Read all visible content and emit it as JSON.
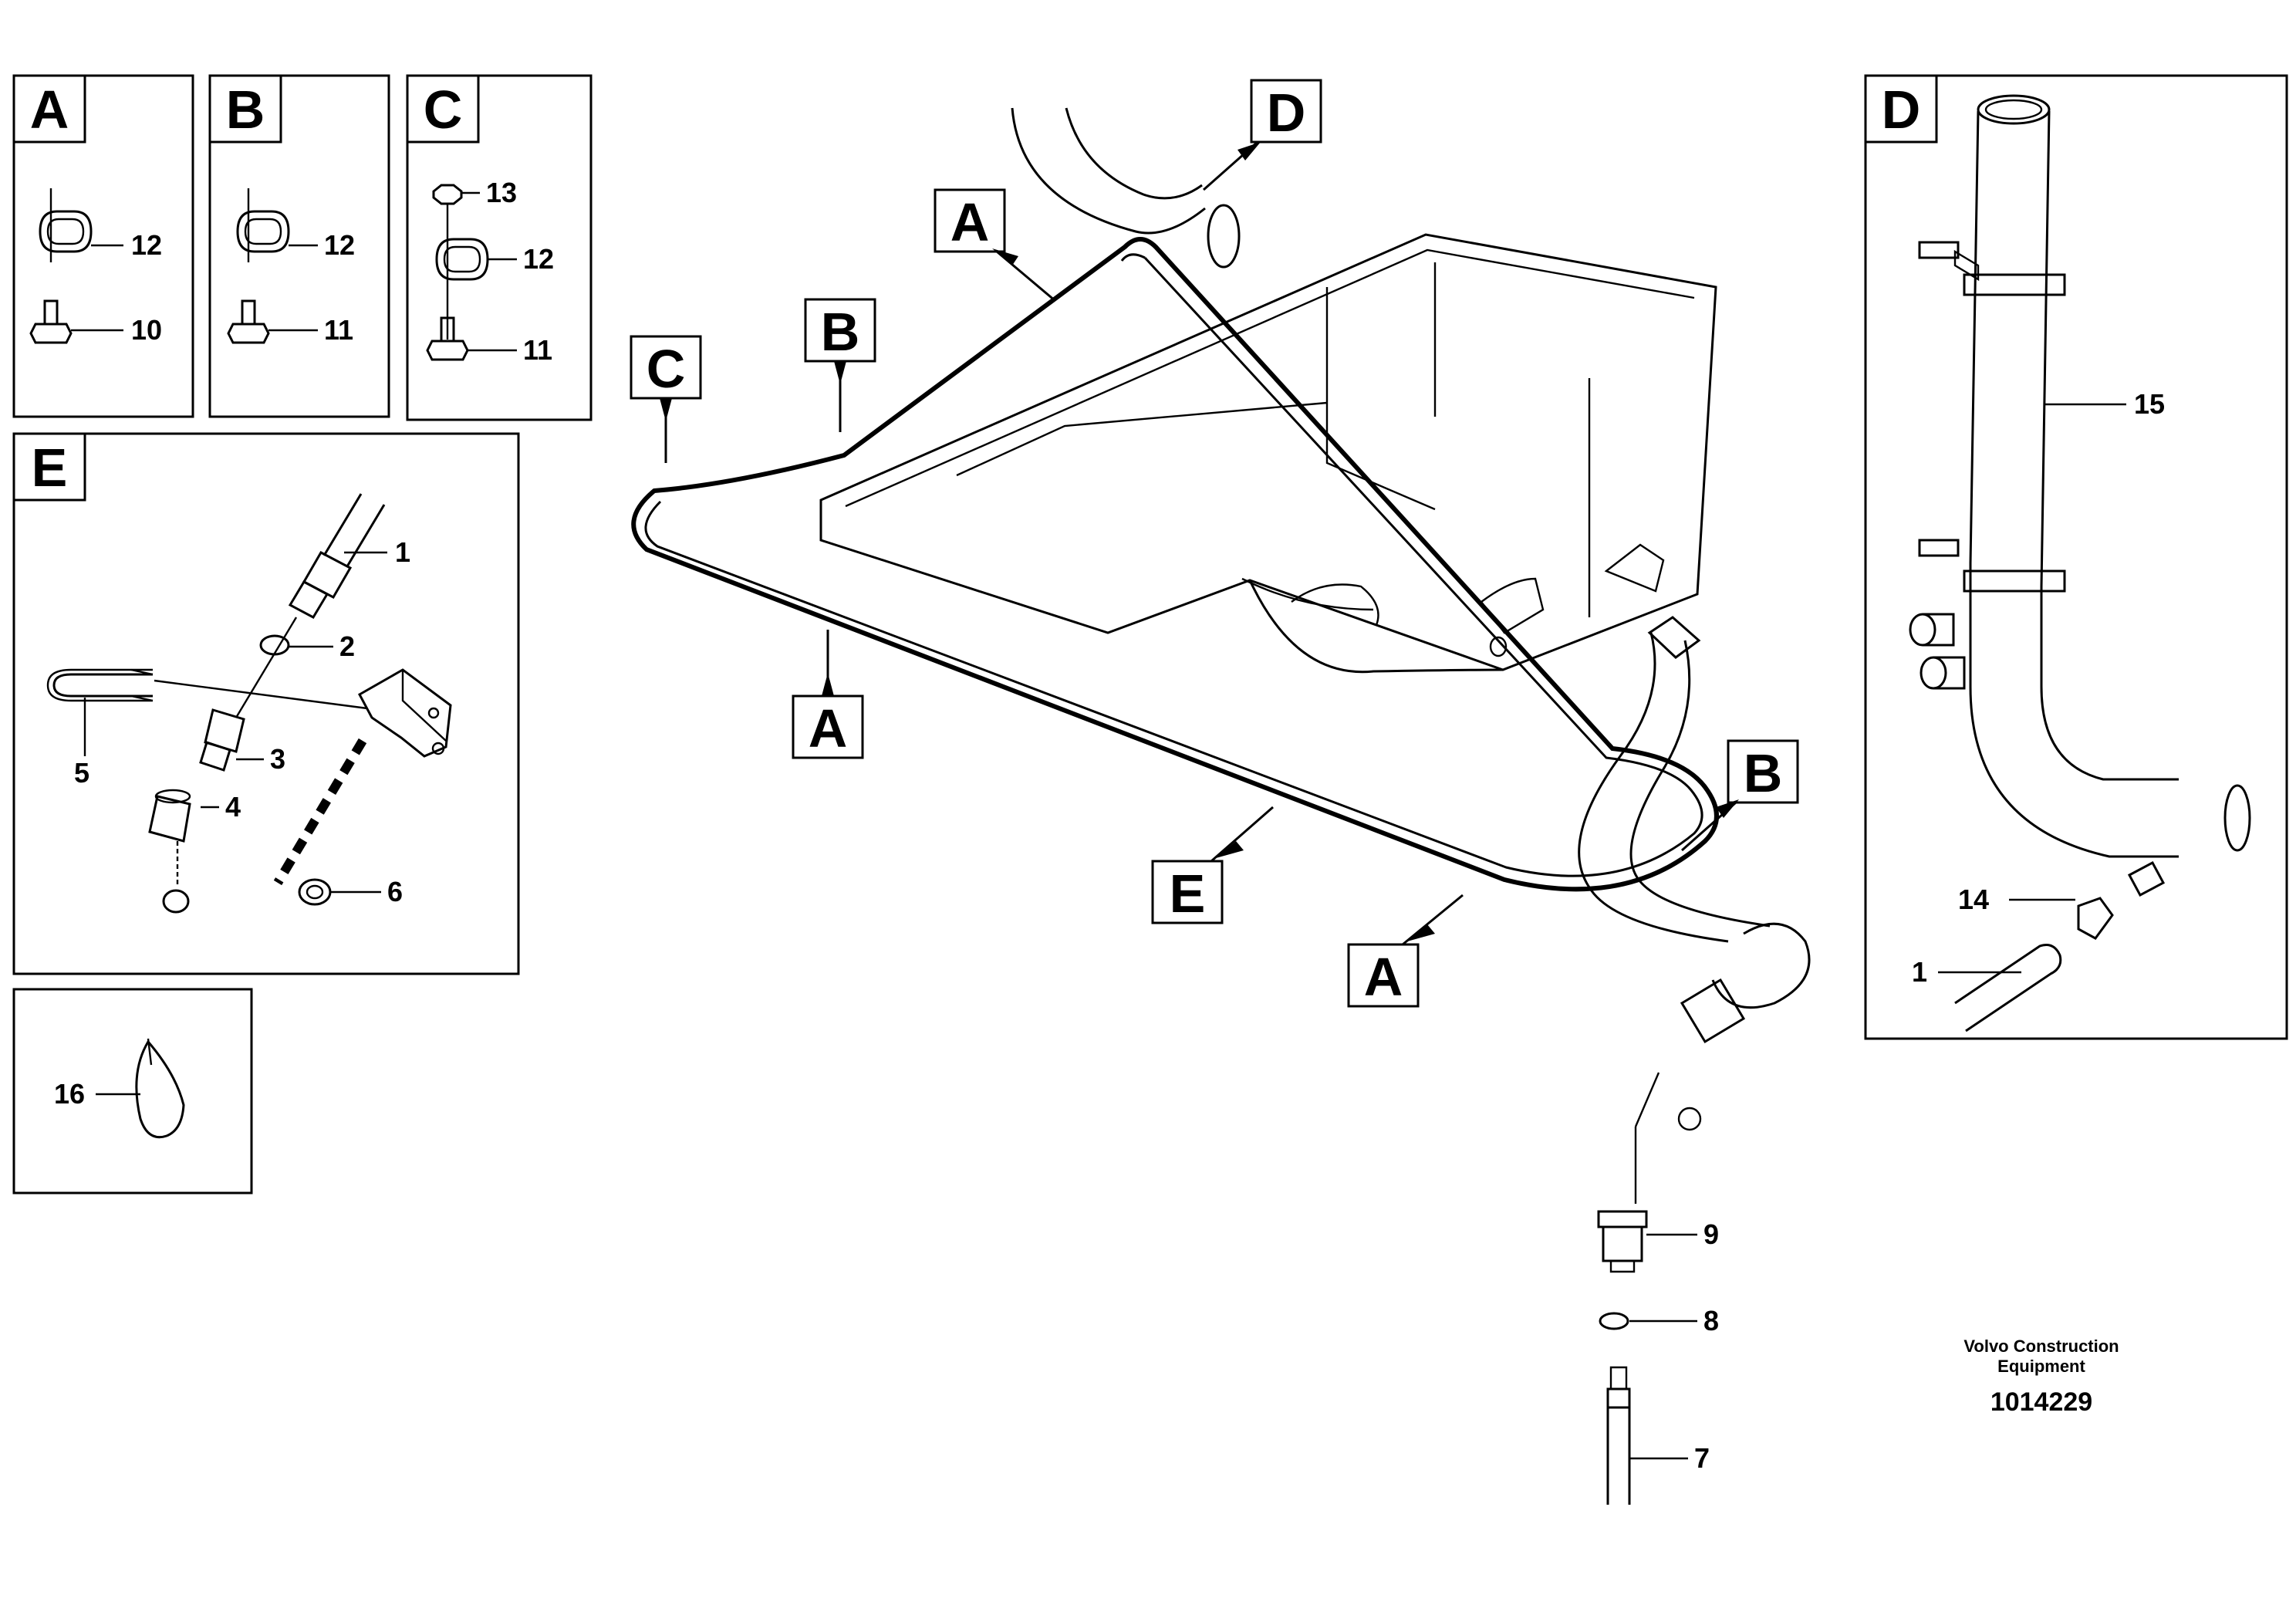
{
  "detail_letters": {
    "A": "A",
    "B": "B",
    "C": "C",
    "D": "D",
    "E": "E"
  },
  "part_numbers": {
    "p1": "1",
    "p2": "2",
    "p3": "3",
    "p4": "4",
    "p5": "5",
    "p6": "6",
    "p7": "7",
    "p8": "8",
    "p9": "9",
    "p10": "10",
    "p11": "11",
    "p12": "12",
    "p13": "13",
    "p14": "14",
    "p15": "15",
    "p16": "16"
  },
  "footer": {
    "manufacturer_line1": "Volvo Construction",
    "manufacturer_line2": "Equipment",
    "drawing_number": "1014229"
  }
}
